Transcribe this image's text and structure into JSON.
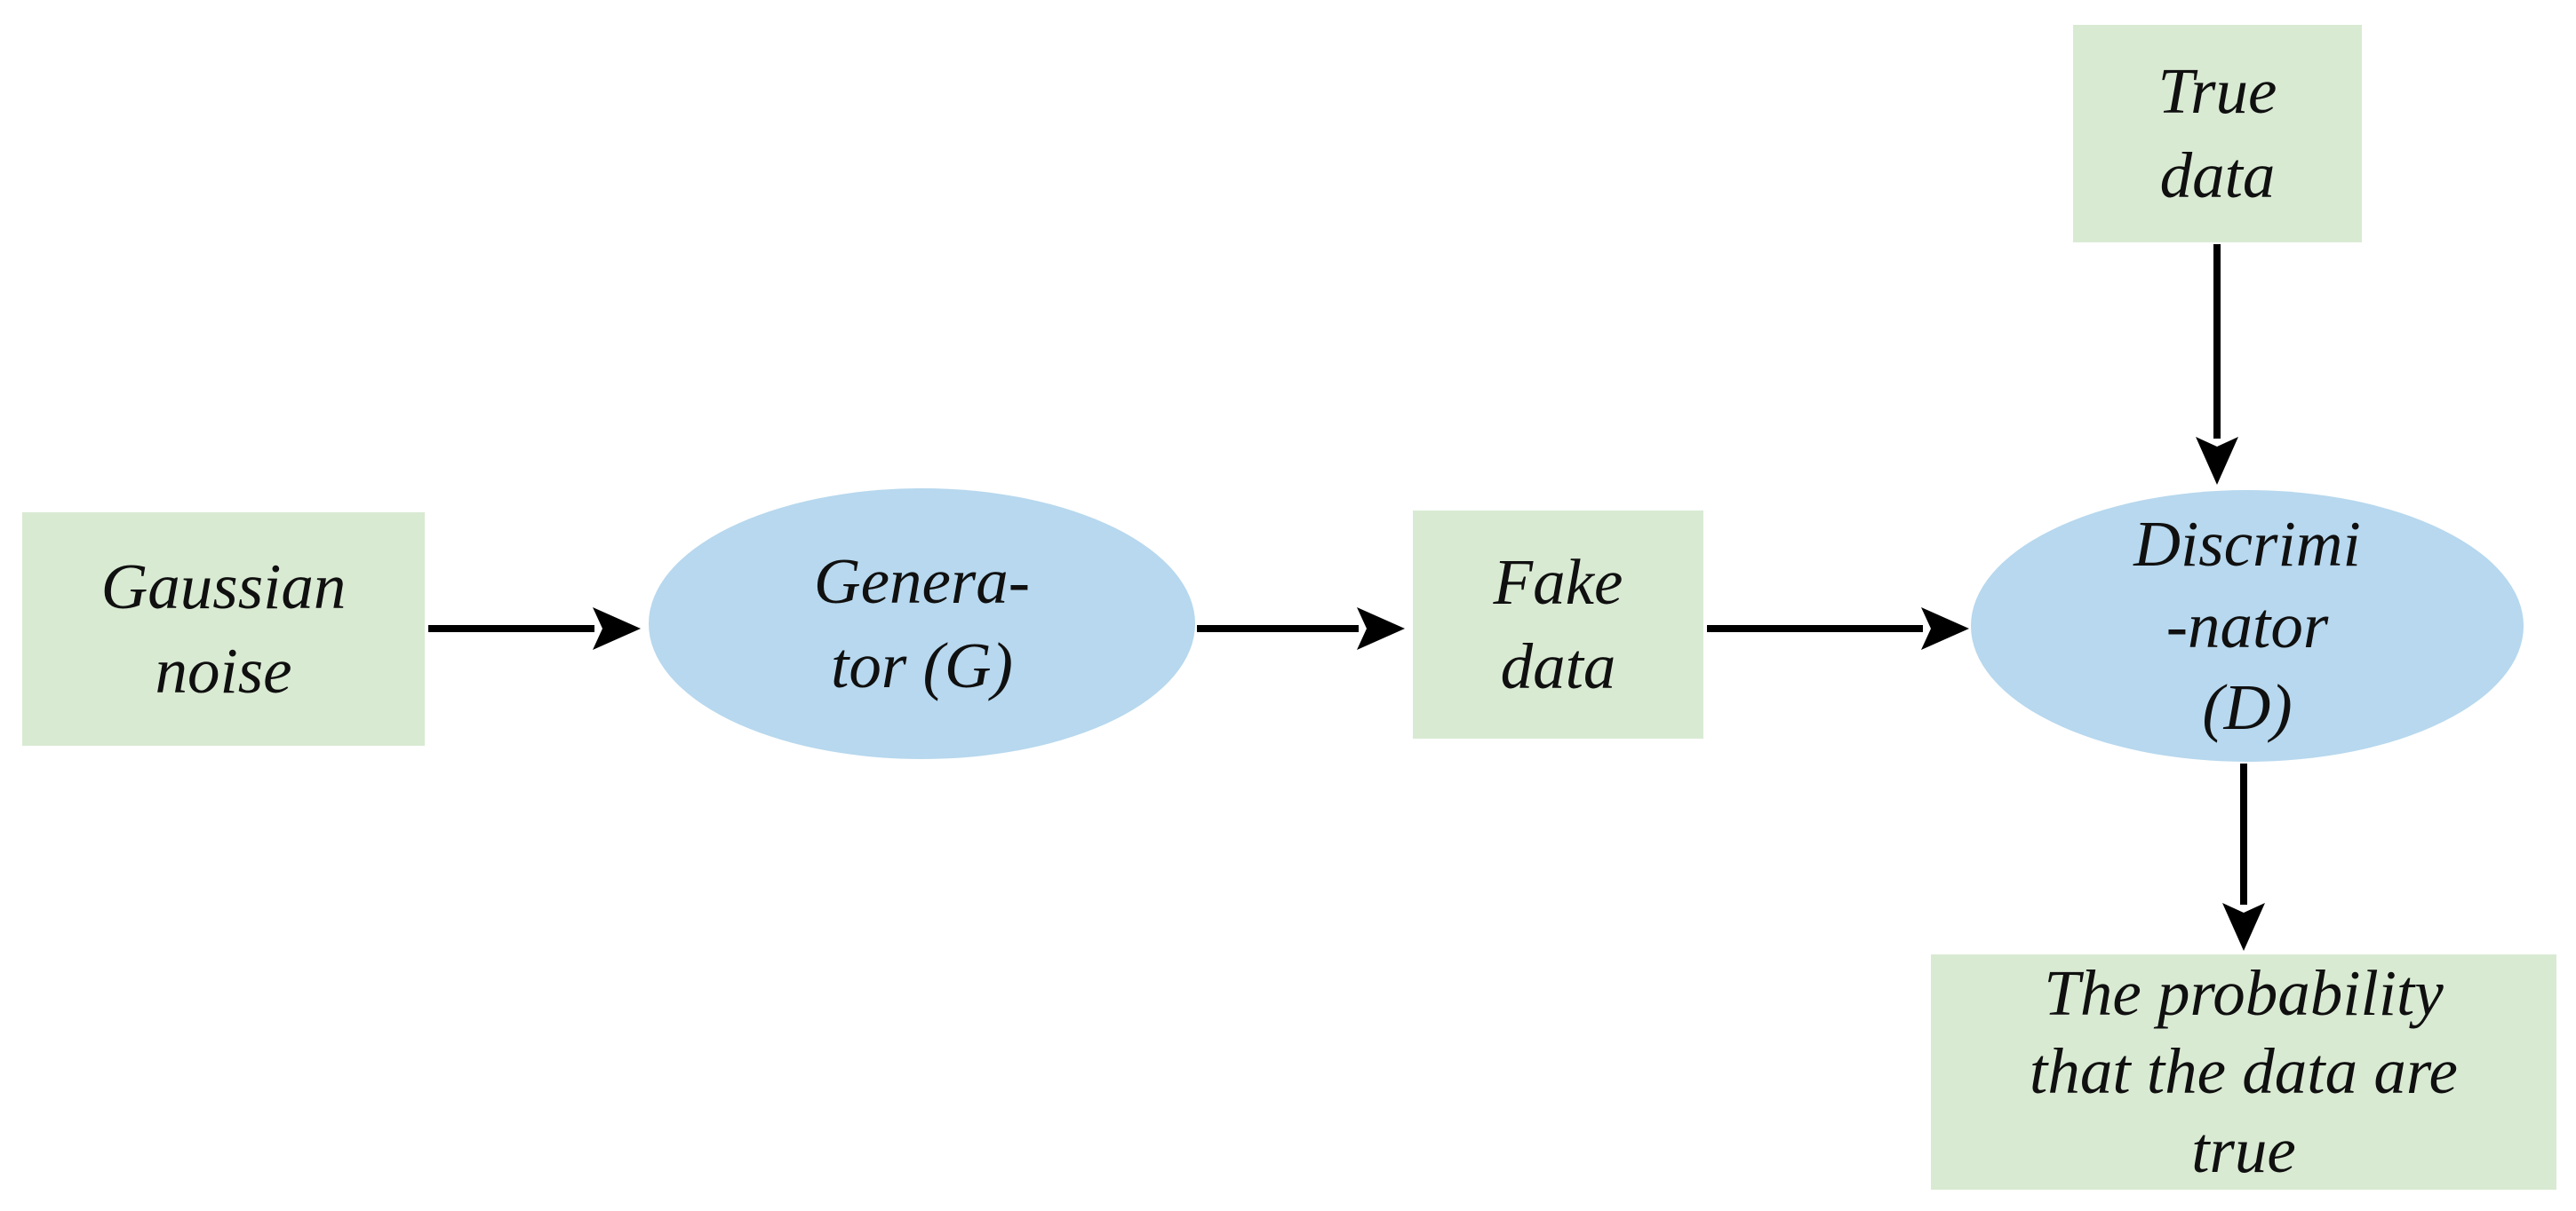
{
  "diagram": {
    "type": "flowchart",
    "colors": {
      "rect_fill": "#d9ead3",
      "ellipse_fill": "#b7d8ee",
      "arrow": "#000000",
      "text": "#101010",
      "background": "#ffffff"
    },
    "nodes": [
      {
        "id": "gaussian-noise",
        "shape": "rect",
        "lines": [
          "Gaussian",
          "noise"
        ]
      },
      {
        "id": "generator",
        "shape": "ellipse",
        "lines": [
          "Genera-",
          "tor (G)"
        ]
      },
      {
        "id": "fake-data",
        "shape": "rect",
        "lines": [
          "Fake",
          "data"
        ]
      },
      {
        "id": "discriminator",
        "shape": "ellipse",
        "lines": [
          "Discrimi",
          "-nator",
          "(D)"
        ]
      },
      {
        "id": "true-data",
        "shape": "rect",
        "lines": [
          "True",
          "data"
        ]
      },
      {
        "id": "probability-output",
        "shape": "rect",
        "lines": [
          "The probability",
          "that the data are",
          "true"
        ]
      }
    ],
    "edges": [
      {
        "from": "gaussian-noise",
        "to": "generator"
      },
      {
        "from": "generator",
        "to": "fake-data"
      },
      {
        "from": "fake-data",
        "to": "discriminator"
      },
      {
        "from": "true-data",
        "to": "discriminator"
      },
      {
        "from": "discriminator",
        "to": "probability-output"
      }
    ]
  }
}
